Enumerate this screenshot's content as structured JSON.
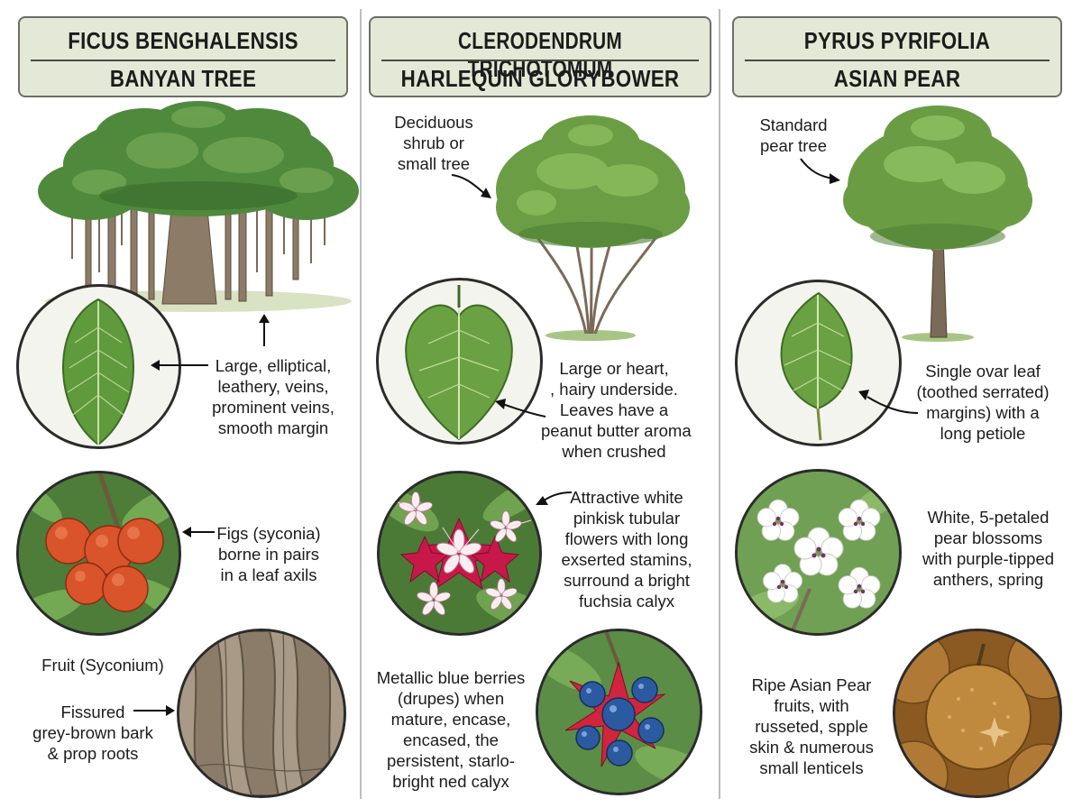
{
  "columns": [
    {
      "scientific_name": "FICUS BENGHALENSIS",
      "common_name": "BANYAN TREE",
      "leaf_label": [
        "Large, elliptical,",
        "leathery, veins,",
        "prominent veins,",
        "smooth margin"
      ],
      "fruit_label": [
        "Figs (syconia)",
        "borne in pairs",
        "in a leaf axils"
      ],
      "fruit_caption": "Fruit (Syconium)",
      "bark_label": [
        "Fissured",
        "grey-brown bark",
        "& prop roots"
      ]
    },
    {
      "scientific_name": "CLERODENDRUM TRICHOTOMUM",
      "common_name": "HARLEQUIN GLORYBOWER",
      "tree_label": [
        "Deciduous",
        "shrub or",
        "small tree"
      ],
      "leaf_label": [
        "Large or heart,",
        ", hairy underside.",
        "Leaves have a",
        "peanut butter aroma",
        "when crushed"
      ],
      "flower_label": [
        "Attractive white",
        "pinkisk tubular",
        "flowers with long",
        "exserted stamins,",
        "surround a bright",
        "fuchsia calyx"
      ],
      "berry_label": [
        "Metallic blue berries",
        "(drupes) when",
        "mature, encase,",
        "encased, the",
        "persistent, starlo-",
        "bright ned calyx"
      ]
    },
    {
      "scientific_name": "PYRUS PYRIFOLIA",
      "common_name": "ASIAN PEAR",
      "tree_label": [
        "Standard",
        "pear tree"
      ],
      "leaf_label": [
        "Single ovar leaf",
        "(toothed serrated)",
        "margins) with a",
        "long petiole"
      ],
      "flower_label": [
        "White, 5-petaled",
        "pear blossoms",
        "with purple-tipped",
        "anthers, spring"
      ],
      "fruit_label": [
        "Ripe Asian Pear",
        "fruits, with",
        "russeted, spple",
        "skin & numerous",
        "small lenticels"
      ]
    }
  ],
  "colors": {
    "header_bg": "#e4e9d7",
    "header_border": "#6e6e66",
    "leaf_green": "#5f9a3c",
    "fig_orange": "#d9532b",
    "flower_pink": "#c8184a",
    "berry_blue": "#2c5aa0",
    "pear_tan": "#c08a3e"
  },
  "icons": [
    "arrow-icon",
    "banyan-tree-icon",
    "shrub-icon",
    "pear-tree-icon",
    "leaf-icon",
    "fig-icon",
    "flower-icon",
    "berry-icon",
    "blossom-icon",
    "pear-fruit-icon",
    "bark-icon"
  ]
}
